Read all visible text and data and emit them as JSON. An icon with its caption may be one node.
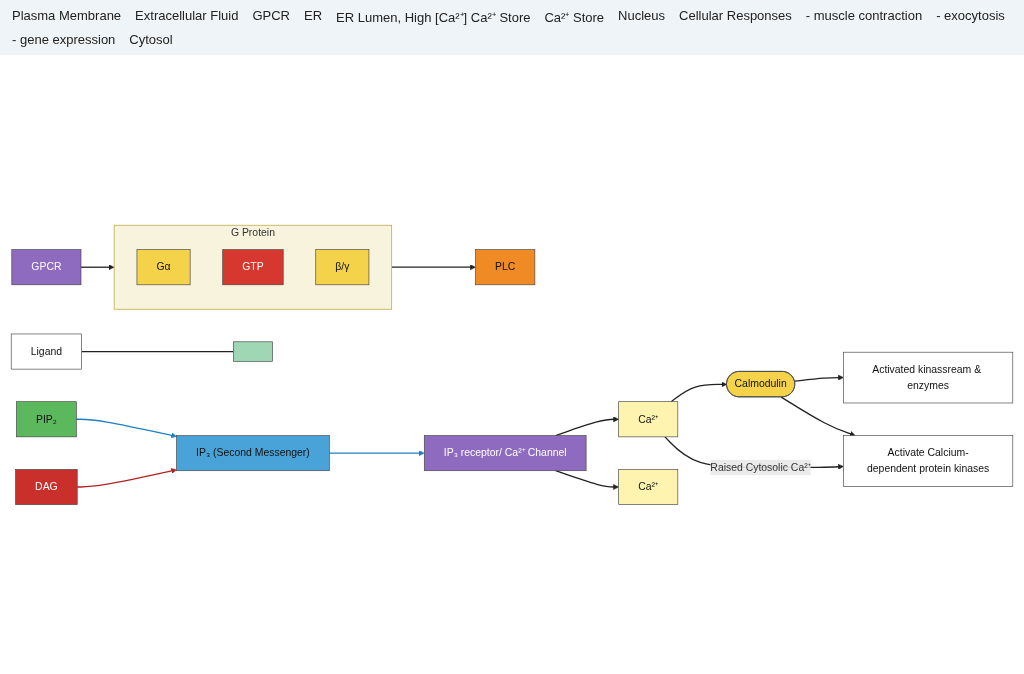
{
  "diagram": {
    "nodes": [
      {
        "text": [
          "Ligand"
        ]
      },
      {
        "text": [],
        "shape": "box"
      },
      {
        "text": [
          "GPCR"
        ]
      },
      {
        "text": [
          "G Protein"
        ]
      },
      {
        "text": [
          "Gα"
        ],
        "in": 3
      },
      {
        "text": [
          "GTP"
        ],
        "in": 3
      },
      {
        "text": [
          "β/γ"
        ],
        "in": 3
      },
      {
        "text": [
          "PLC"
        ]
      },
      {
        "text": [
          "PIP₂"
        ]
      },
      {
        "text": [
          "DAG"
        ]
      },
      {
        "text": [
          "IP₃ (Second Messenger)"
        ]
      },
      {
        "text": [
          "IP₃ receptor/ Ca²⁺ Channel"
        ]
      },
      {
        "text": [
          "Ca²⁺"
        ]
      },
      {
        "text": [
          "Calmodulin"
        ]
      },
      {
        "text": [
          "Activated kinassream & enzymes"
        ]
      },
      {
        "text": [
          "Activate Calcium-dependent protein kinases"
        ]
      },
      {
        "text": [
          "Ca²⁺"
        ]
      }
    ],
    "edges": [
      {
        "from": 0,
        "to": 1,
        "arrow": "none"
      },
      {
        "from": 2,
        "to": 3,
        "arrow": "to"
      },
      {
        "from": 3,
        "to": 7,
        "arrow": "to"
      },
      {
        "from": 8,
        "to": 10,
        "arrow": "to",
        "color": "#1f7fc4"
      },
      {
        "from": 9,
        "to": 10,
        "arrow": "to",
        "color": "#b22222"
      },
      {
        "from": 10,
        "to": 11,
        "arrow": "to",
        "color": "#1f7fc4"
      },
      {
        "from": 11,
        "to": 12,
        "arrow": "to"
      },
      {
        "from": 11,
        "to": 16,
        "arrow": "to"
      },
      {
        "from": 12,
        "to": 13,
        "arrow": "to"
      },
      {
        "from": 13,
        "to": 14,
        "arrow": "to"
      },
      {
        "from": 13,
        "to": 15,
        "arrow": "to"
      },
      {
        "from": 12,
        "to": 15,
        "arrow": "to",
        "label": "Raised Cytosolic Ca²⁺"
      }
    ],
    "labels": [
      "Plasma Membrane",
      "Extracellular Fluid",
      "GPCR",
      "ER",
      "ER Lumen, High [Ca²⁺] Ca²⁺ Store",
      "Ca²⁺ Store",
      "Nucleus",
      "Cellular Responses",
      "- muscle contraction",
      "- exocytosis",
      "- gene expression",
      "Cytosol"
    ]
  }
}
